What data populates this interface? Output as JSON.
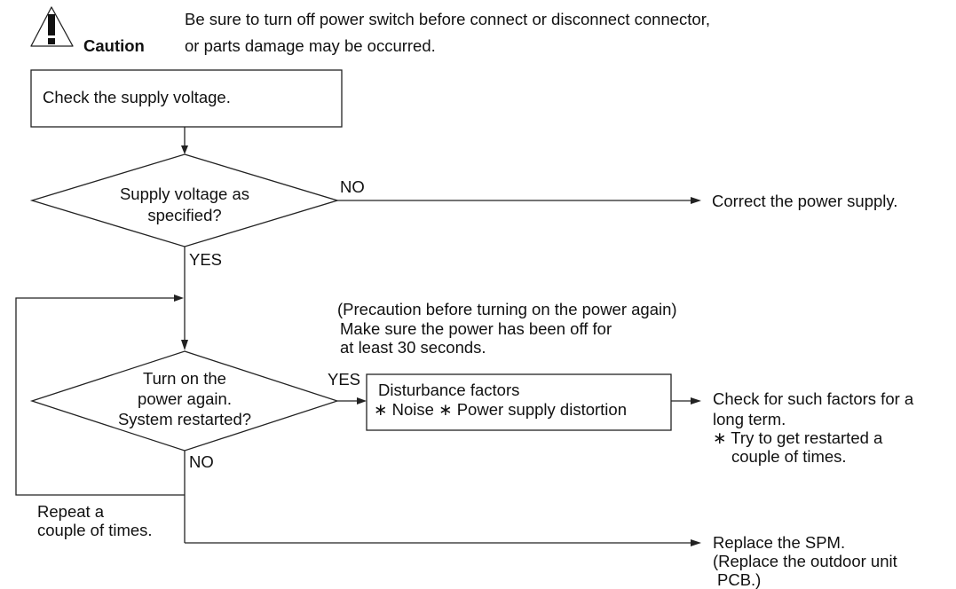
{
  "caution": {
    "label": "Caution",
    "icon": "warning-triangle-icon",
    "text_line1": "Be sure to turn off power switch before connect or disconnect connector,",
    "text_line2": "or parts damage may be occurred."
  },
  "steps": {
    "check_supply": "Check the supply voltage.",
    "decision_voltage": {
      "line1": "Supply voltage as",
      "line2": "specified?"
    },
    "correct_power": "Correct the power supply.",
    "precaution": {
      "line1": "(Precaution before turning on the power again)",
      "line2": "Make sure the power has been off for",
      "line3": "at least 30 seconds."
    },
    "decision_restart": {
      "line1": "Turn on the",
      "line2": "power again.",
      "line3": "System restarted?"
    },
    "disturbance": {
      "title": "Disturbance factors",
      "factors": "∗ Noise   ∗ Power supply distortion"
    },
    "check_factors": {
      "line1": "Check for such factors for a",
      "line2": "long term.",
      "line3": "∗ Try to get restarted a",
      "line4": "couple of times."
    },
    "repeat": {
      "line1": "Repeat a",
      "line2": "couple of times."
    },
    "replace_spm": {
      "line1": "Replace the SPM.",
      "line2": "(Replace the outdoor unit",
      "line3": "PCB.)"
    }
  },
  "labels": {
    "no": "NO",
    "yes": "YES"
  }
}
